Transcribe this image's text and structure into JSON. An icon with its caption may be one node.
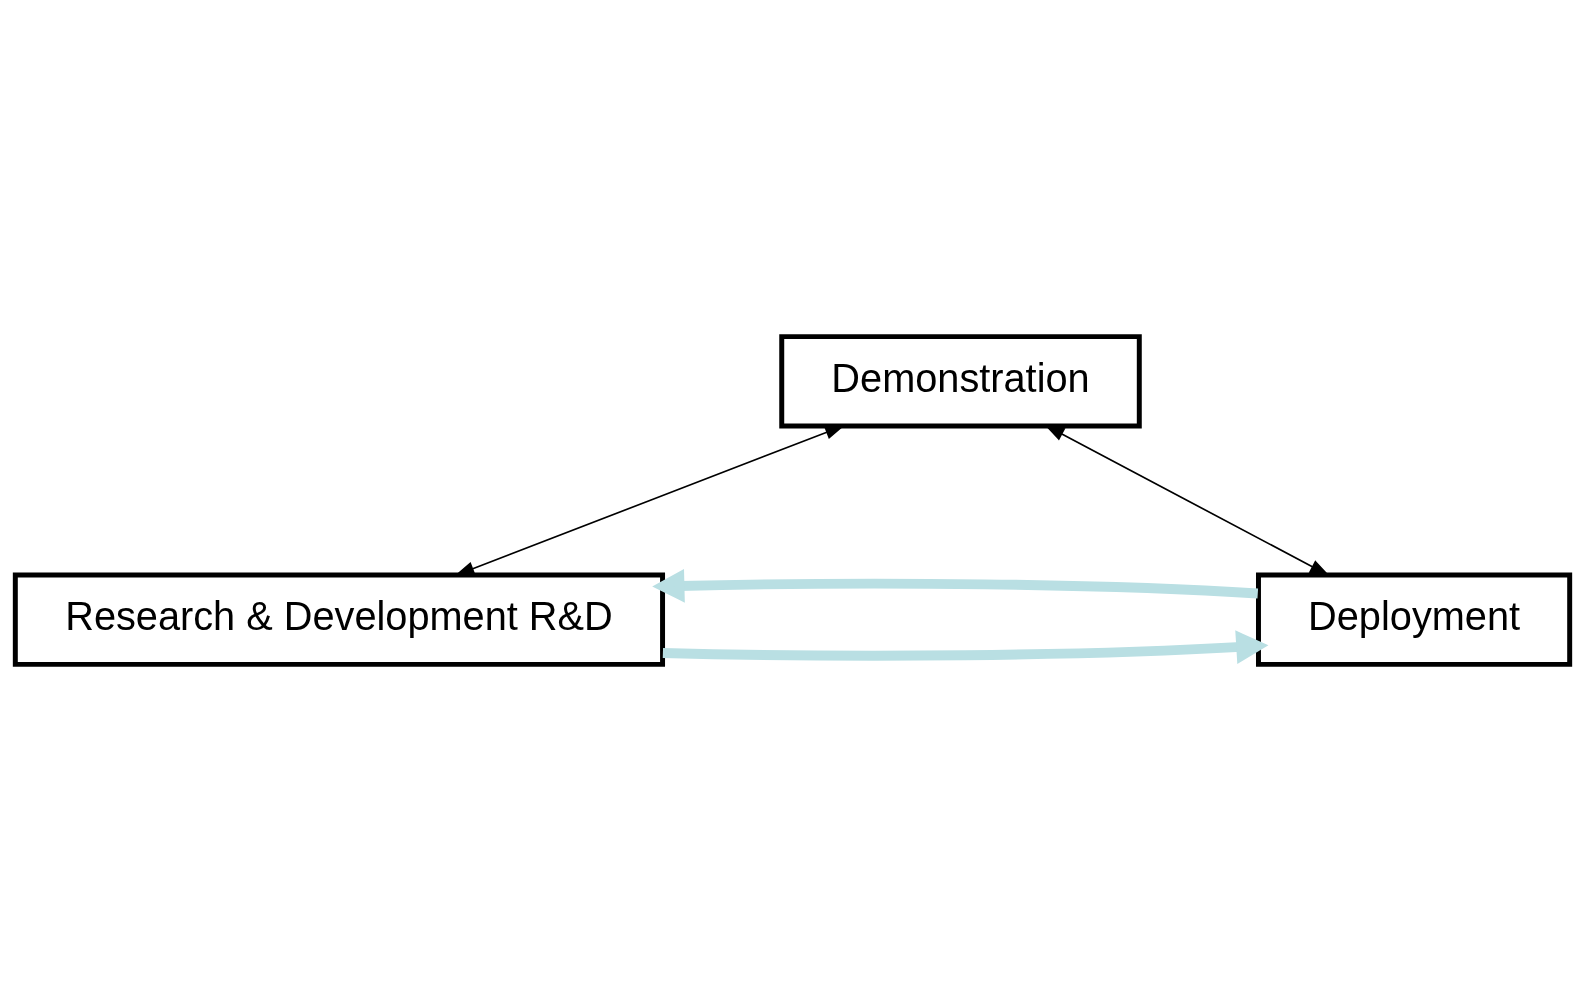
{
  "diagram": {
    "nodes": [
      {
        "text": [
          "Research & Development R&D"
        ]
      },
      {
        "text": [
          "Demonstration"
        ]
      },
      {
        "text": [
          "Deployment"
        ]
      }
    ],
    "edges": [
      {
        "from": 0,
        "to": 1,
        "arrow": "both"
      },
      {
        "from": 1,
        "to": 2,
        "arrow": "both"
      },
      {
        "from": 0,
        "to": 2,
        "arrow": "to",
        "style": "thick",
        "color": "#b9dfe3"
      },
      {
        "from": 2,
        "to": 0,
        "arrow": "to",
        "style": "thick",
        "color": "#b9dfe3"
      }
    ]
  }
}
